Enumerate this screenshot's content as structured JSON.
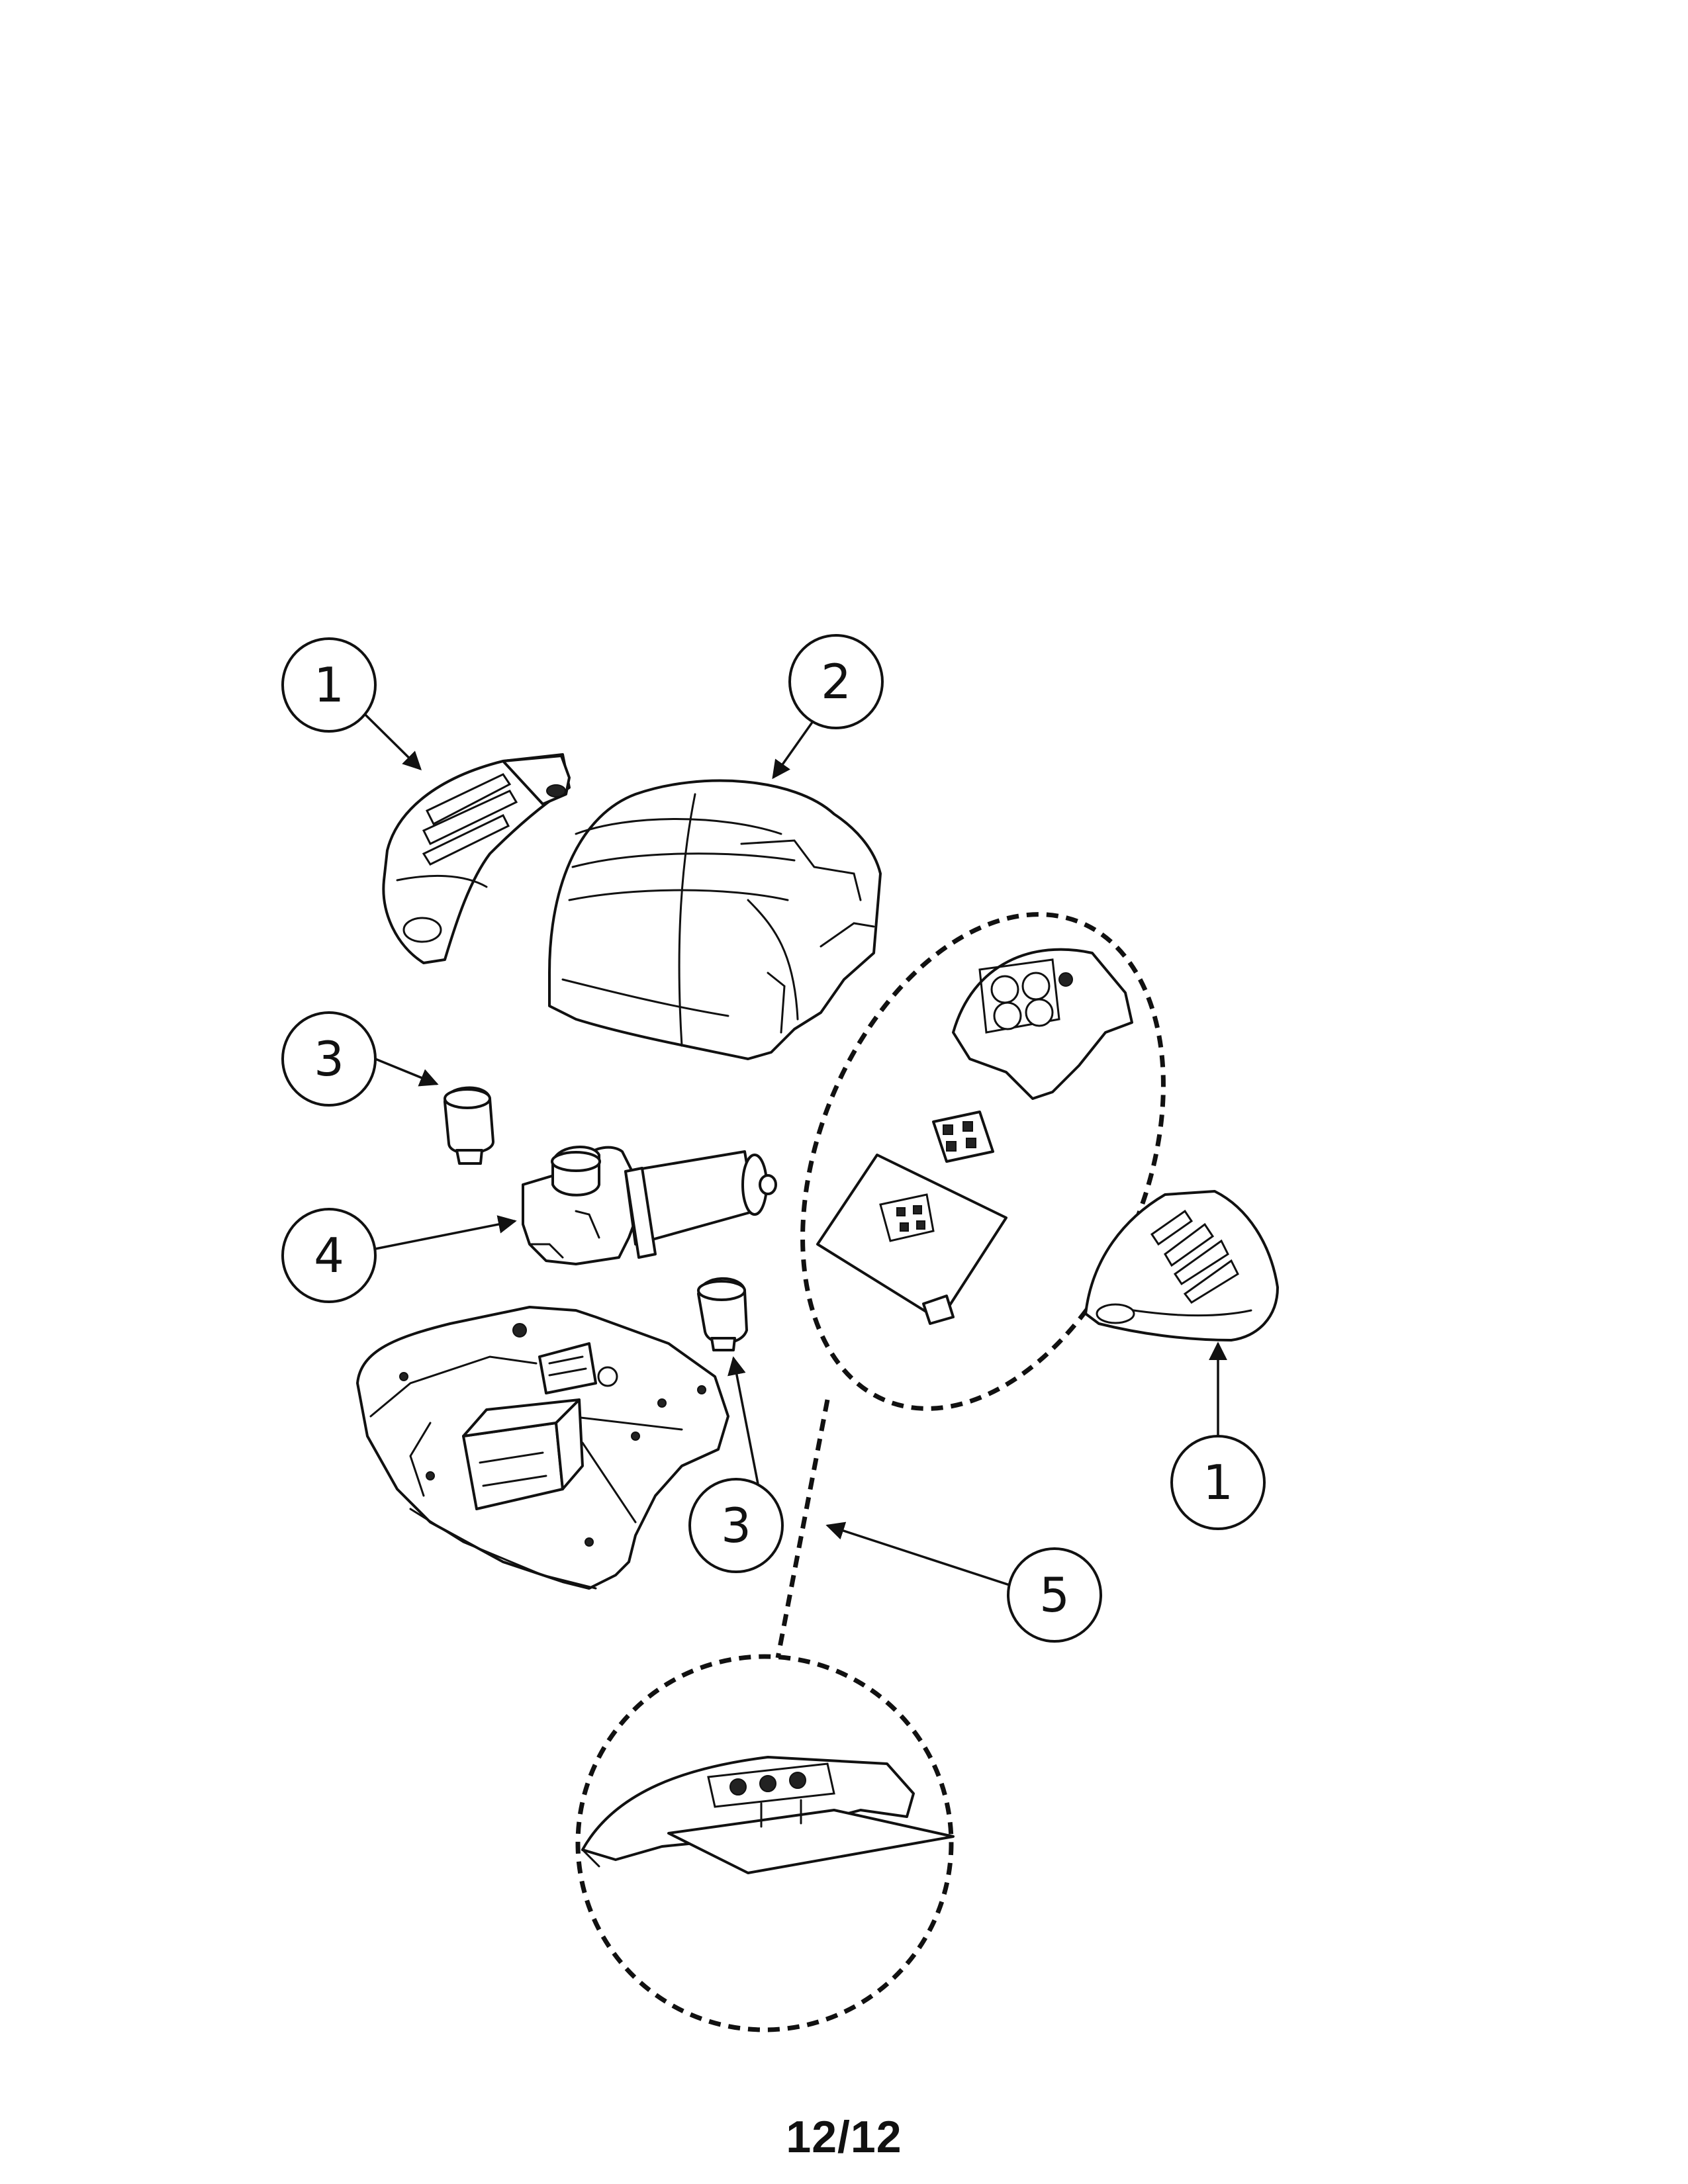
{
  "callouts": {
    "lens_left": "1",
    "cover": "2",
    "bulb_upper": "3",
    "motor": "4",
    "bulb_lower": "3",
    "control_board": "5",
    "lens_right": "1"
  },
  "page_number": "12/12",
  "colors": {
    "line": "#111111",
    "background": "#ffffff"
  }
}
